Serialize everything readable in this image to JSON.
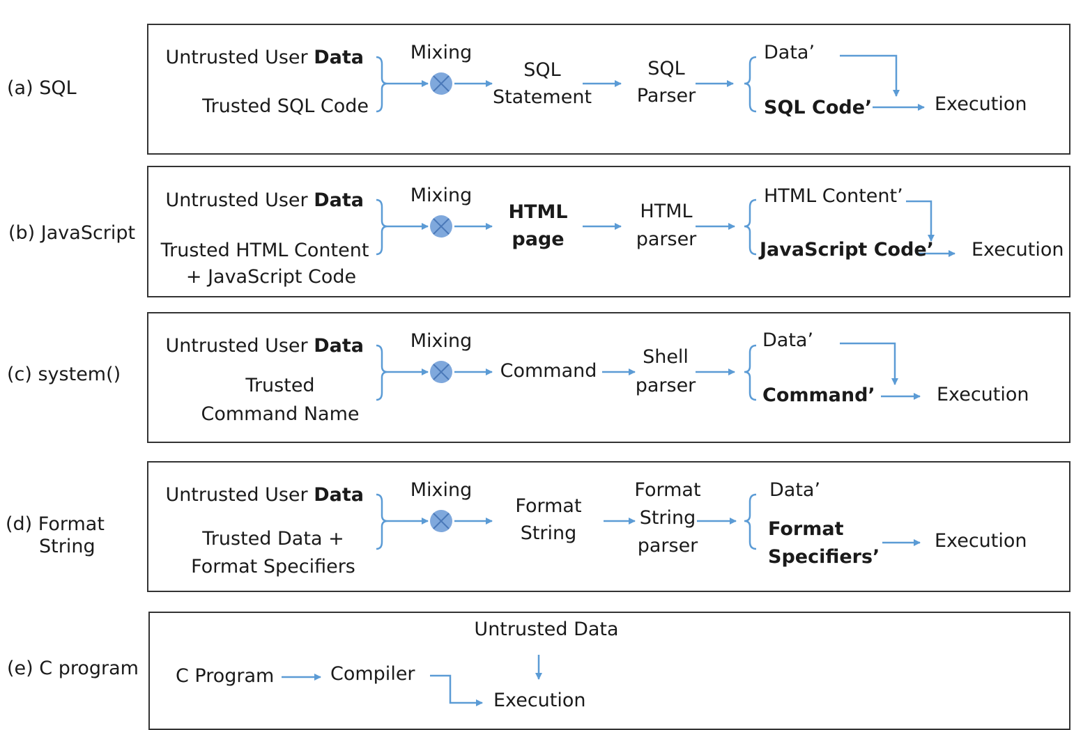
{
  "rows": {
    "sql": {
      "label": "(a) SQL",
      "untrusted_prefix": "Untrusted User ",
      "untrusted_bold": "Data",
      "trusted": "Trusted SQL Code",
      "mixing": "Mixing",
      "artifact": [
        "SQL",
        "Statement"
      ],
      "parser": [
        "SQL",
        "Parser"
      ],
      "data_out": "Data’",
      "code_out": "SQL Code’",
      "execution": "Execution"
    },
    "js": {
      "label": "(b) JavaScript",
      "untrusted_prefix": "Untrusted User ",
      "untrusted_bold": "Data",
      "trusted": [
        "Trusted HTML Content",
        "+ JavaScript Code"
      ],
      "mixing": "Mixing",
      "artifact": [
        "HTML",
        "page"
      ],
      "parser": [
        "HTML",
        "parser"
      ],
      "data_out": "HTML Content’",
      "code_out": "JavaScript Code’",
      "execution": "Execution"
    },
    "system": {
      "label": "(c) system()",
      "untrusted_prefix": "Untrusted User ",
      "untrusted_bold": "Data",
      "trusted": [
        "Trusted",
        "Command Name"
      ],
      "mixing": "Mixing",
      "artifact": "Command",
      "parser": [
        "Shell",
        "parser"
      ],
      "data_out": "Data’",
      "code_out": "Command’",
      "execution": "Execution"
    },
    "format": {
      "label": [
        "(d) Format",
        "String"
      ],
      "untrusted_prefix": "Untrusted User ",
      "untrusted_bold": "Data",
      "trusted": [
        "Trusted Data +",
        "Format Specifiers"
      ],
      "mixing": "Mixing",
      "artifact": [
        "Format",
        "String"
      ],
      "parser": [
        "Format",
        "String",
        "parser"
      ],
      "data_out": "Data’",
      "code_out": [
        "Format",
        "Specifiers’"
      ],
      "execution": "Execution"
    },
    "c": {
      "label": "(e) C program",
      "program": "C Program",
      "compiler": "Compiler",
      "untrusted": "Untrusted Data",
      "execution": "Execution"
    }
  },
  "colors": {
    "arrow": "#5b9bd5",
    "bracket": "#5b9bd5",
    "mixer": "#7fa8dc",
    "border": "#333333"
  }
}
